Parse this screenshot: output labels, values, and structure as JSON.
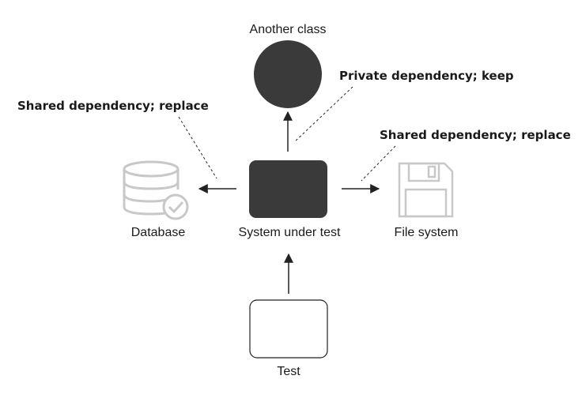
{
  "nodes": {
    "another_class": "Another class",
    "system_under_test": "System under test",
    "database": "Database",
    "file_system": "File system",
    "test": "Test"
  },
  "annotations": {
    "private_dependency": "Private dependency; keep",
    "shared_dependency_db": "Shared dependency; replace",
    "shared_dependency_fs": "Shared dependency; replace"
  },
  "icons": {
    "database": "database-check-icon",
    "file_system": "floppy-disk-icon"
  },
  "colors": {
    "node_fill": "#3a3a3a",
    "icon_gray": "#c8c8c8",
    "line": "#222222"
  }
}
